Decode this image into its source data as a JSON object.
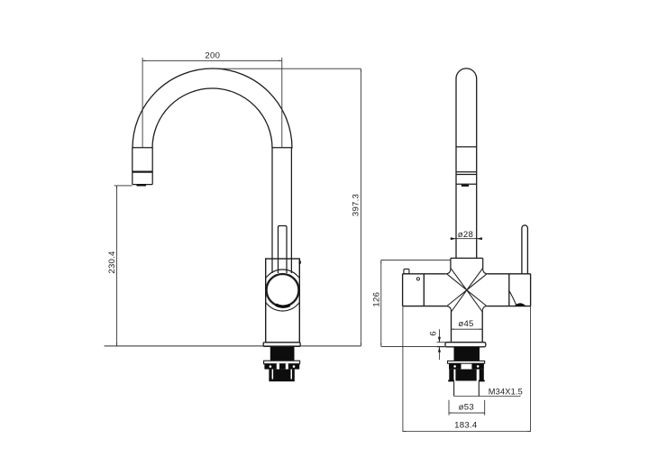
{
  "drawing": {
    "title": "kitchen-faucet-technical-drawing",
    "background_color": "#ffffff",
    "line_color": "#1c1c1c",
    "fill_black": "#0d0d0d",
    "views": {
      "side_view": "left: side profile of gooseneck kitchen faucet",
      "front_view": "right: front view of faucet body with cross section hub"
    },
    "dimensions": {
      "spout_reach": "200",
      "overall_height": "397.3",
      "spout_outlet_height": "230.4",
      "spout_tube_diameter": "ø28",
      "body_height": "126",
      "body_neck_diameter": "ø45",
      "base_plate_thickness": "6",
      "thread_spec": "M34X1.5",
      "thread_base_diameter": "ø53",
      "overall_body_width": "183.4"
    }
  }
}
